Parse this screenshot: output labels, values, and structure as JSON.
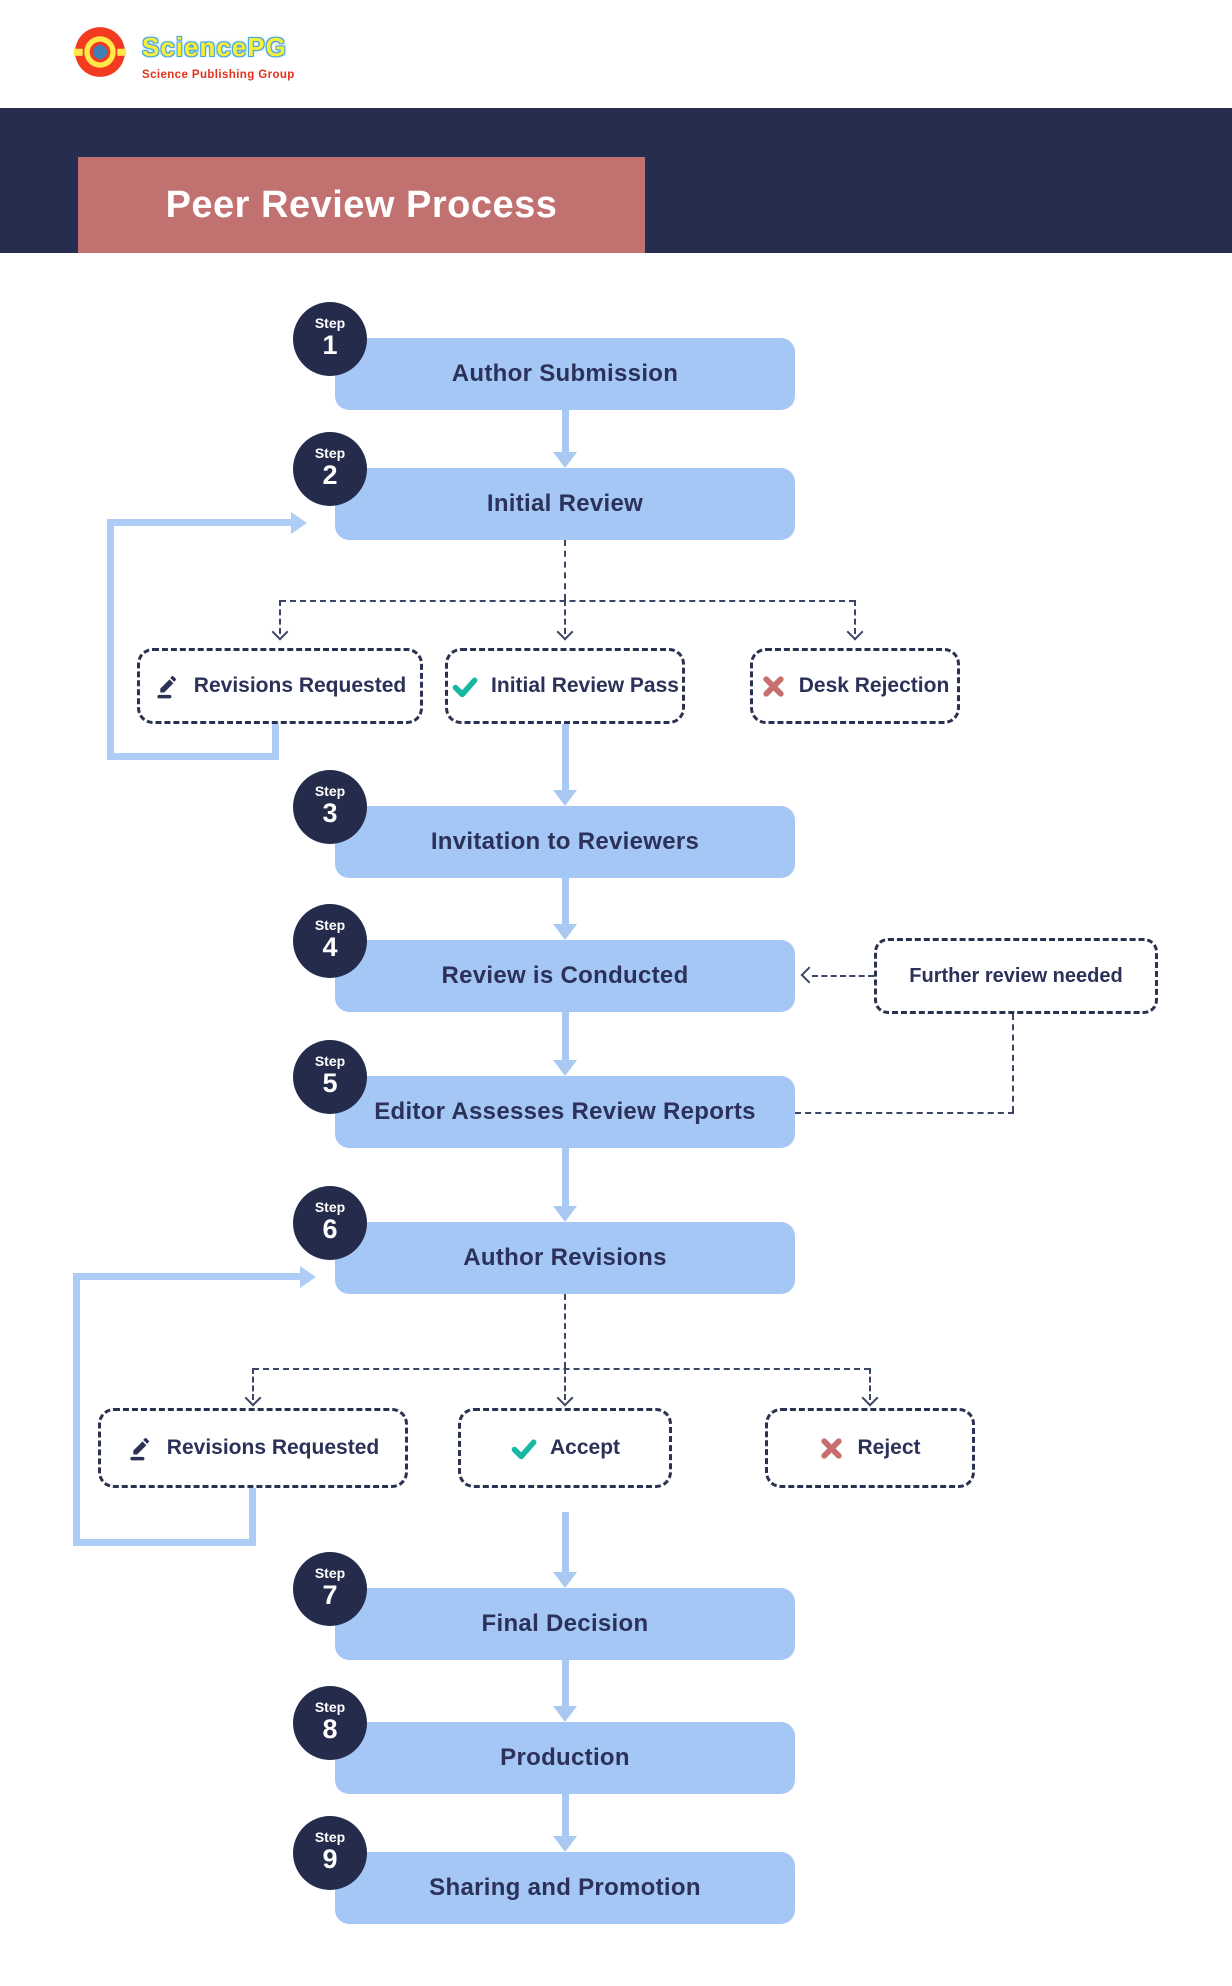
{
  "logo": {
    "brand": "SciencePG",
    "tagline": "Science Publishing Group",
    "mark_icon": "concentric-circles-logo"
  },
  "header": {
    "title": "Peer Review Process"
  },
  "steps": [
    {
      "badge": "Step",
      "number": "1",
      "title": "Author Submission"
    },
    {
      "badge": "Step",
      "number": "2",
      "title": "Initial Review"
    },
    {
      "badge": "Step",
      "number": "3",
      "title": "Invitation to Reviewers"
    },
    {
      "badge": "Step",
      "number": "4",
      "title": "Review is Conducted"
    },
    {
      "badge": "Step",
      "number": "5",
      "title": "Editor Assesses Review Reports"
    },
    {
      "badge": "Step",
      "number": "6",
      "title": "Author Revisions"
    },
    {
      "badge": "Step",
      "number": "7",
      "title": "Final Decision"
    },
    {
      "badge": "Step",
      "number": "8",
      "title": "Production"
    },
    {
      "badge": "Step",
      "number": "9",
      "title": "Sharing and Promotion"
    }
  ],
  "branch_after_step2": [
    {
      "label": "Revisions Requested",
      "icon": "pencil-icon"
    },
    {
      "label": "Initial Review Pass",
      "icon": "check-icon"
    },
    {
      "label": "Desk Rejection",
      "icon": "x-icon"
    }
  ],
  "branch_after_step6": [
    {
      "label": "Revisions Requested",
      "icon": "pencil-icon"
    },
    {
      "label": "Accept",
      "icon": "check-icon"
    },
    {
      "label": "Reject",
      "icon": "x-icon"
    }
  ],
  "side_note": {
    "label": "Further review needed"
  },
  "colors": {
    "navy_band": "#272d4f",
    "step_circle": "#252b4a",
    "bar_blue": "#a5c7f6",
    "arrow_blue": "#a9c9f3",
    "loop_blue": "#aecdf6",
    "title_box_salmon": "#c17170",
    "text_navy": "#2b3158",
    "check_teal": "#16b8a2",
    "cross_red": "#c76f6e"
  }
}
